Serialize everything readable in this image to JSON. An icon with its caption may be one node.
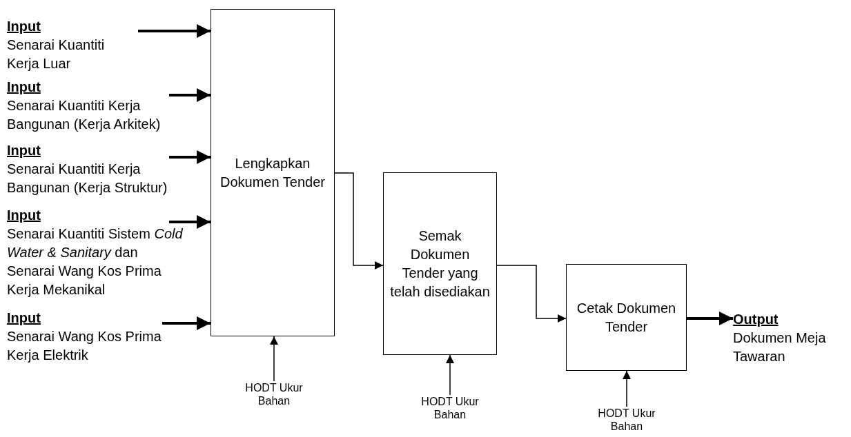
{
  "diagram": {
    "nodes": [
      {
        "text": [
          "Input",
          "Senarai Kuantiti Kerja Luar"
        ]
      },
      {
        "text": [
          "Input",
          "Senarai Kuantiti Kerja Bangunan (Kerja Arkitek)"
        ]
      },
      {
        "text": [
          "Input",
          "Senarai Kuantiti Kerja Bangunan (Kerja Struktur)"
        ]
      },
      {
        "text": [
          "Input",
          "Senarai Kuantiti Sistem *Cold Water & Sanitary* dan Senarai Wang Kos Prima Kerja Mekanikal"
        ]
      },
      {
        "text": [
          "Input",
          "Senarai Wang Kos Prima Kerja Elektrik"
        ]
      },
      {
        "text": [
          "Lengkapkan Dokumen Tender"
        ]
      },
      {
        "text": [
          "Semak Dokumen Tender yang telah disediakan"
        ]
      },
      {
        "text": [
          "Cetak Dokumen Tender"
        ]
      },
      {
        "text": [
          "HODT Ukur Bahan"
        ]
      },
      {
        "text": [
          "HODT Ukur Bahan"
        ]
      },
      {
        "text": [
          "HODT Ukur Bahan"
        ]
      },
      {
        "text": [
          "Output",
          "Dokumen Meja Tawaran"
        ]
      }
    ],
    "edges": [
      {
        "from": 0,
        "to": 5,
        "arrow": "to"
      },
      {
        "from": 1,
        "to": 5,
        "arrow": "to"
      },
      {
        "from": 2,
        "to": 5,
        "arrow": "to"
      },
      {
        "from": 3,
        "to": 5,
        "arrow": "to"
      },
      {
        "from": 4,
        "to": 5,
        "arrow": "to"
      },
      {
        "from": 5,
        "to": 6,
        "arrow": "to"
      },
      {
        "from": 6,
        "to": 7,
        "arrow": "to"
      },
      {
        "from": 8,
        "to": 5,
        "arrow": "to"
      },
      {
        "from": 9,
        "to": 6,
        "arrow": "to"
      },
      {
        "from": 10,
        "to": 7,
        "arrow": "to"
      },
      {
        "from": 7,
        "to": 11,
        "arrow": "to"
      }
    ]
  }
}
